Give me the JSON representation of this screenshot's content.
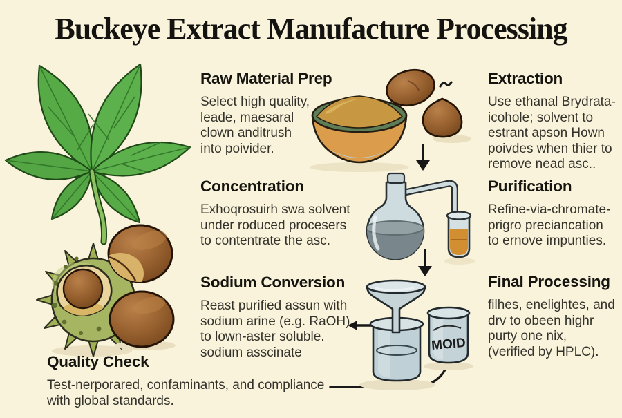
{
  "title": "Buckeye Extract Manufacture Processing",
  "steps": [
    {
      "id": "raw-material-prep",
      "heading": "Raw Material Prep",
      "lines": [
        "Select high quality,",
        "leade, maesaral",
        "clown anditrush",
        "into poivider."
      ]
    },
    {
      "id": "extraction",
      "heading": "Extraction",
      "lines": [
        "Use ethanal Brydrata-",
        "icohole; solvent to",
        "estrant apson Hown",
        "poivdes when thier to",
        "remove nead asc.."
      ]
    },
    {
      "id": "concentration",
      "heading": "Concentration",
      "lines": [
        "Exhoqrosuirh swa solvent",
        "under roduced procesers",
        "to contentrate the asc."
      ]
    },
    {
      "id": "purification",
      "heading": "Purification",
      "lines": [
        "Refine-via-chromate-",
        "prigro preciancation",
        "to ernove impunties."
      ]
    },
    {
      "id": "sodium-conversion",
      "heading": "Sodium Conversion",
      "lines": [
        "Reast purified assun with",
        "sodium arine (e.g. RaOH)",
        "to lown-aster soluble.",
        "sodium asscinate"
      ]
    },
    {
      "id": "final-processing",
      "heading": "Final Processing",
      "lines": [
        "filhes, enelightes, and",
        "drv to obeen highr",
        "purty one nix,",
        "(verified by HPLC)."
      ]
    },
    {
      "id": "quality-check",
      "heading": "Quality Check",
      "lines": [
        "Test-nerporared, confaminants, and compliance",
        "with global standards."
      ]
    }
  ],
  "labels": {
    "beaker_text": "MOID"
  },
  "illustrations": [
    "buckeye-leaf",
    "open-spiky-husk-with-nut",
    "buckeye-nuts",
    "bowl-of-ground-powder",
    "whole-nuts-pair",
    "distillation-flask-with-test-tube",
    "funnel-filtration-beakers",
    "down-arrow",
    "down-arrow",
    "left-arrow",
    "connector-line-to-quality-check"
  ],
  "colors": {
    "background": "#f9f3dc",
    "title_text": "#141310",
    "body_text": "#34332b",
    "leaf_green": "#57ab47",
    "husk_green": "#a5b561",
    "nut_brown": "#8a5526",
    "nut_patch_tan": "#d8b268",
    "powder_tan": "#c79742",
    "bowl_orange": "#db9c4c",
    "glass_blue": "#cfdcdf",
    "liquid_gray": "#79878c",
    "amber": "#d28f31",
    "arrow_black": "#1a1a1a"
  }
}
